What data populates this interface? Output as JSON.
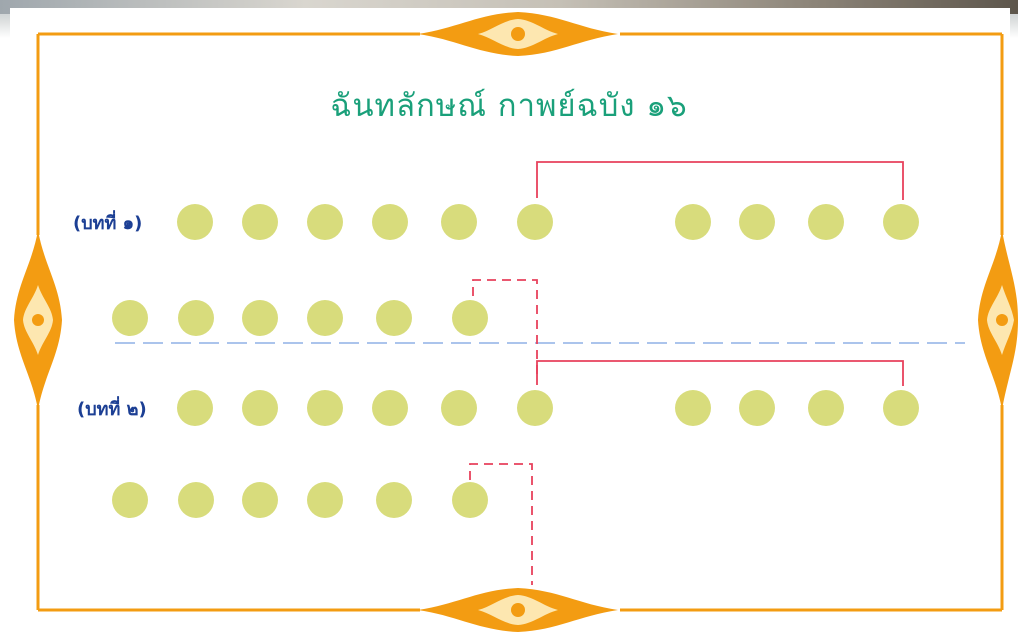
{
  "title": "ฉันทลักษณ์ กาพย์ฉบัง ๑๖",
  "stanzas": [
    {
      "label": "(บทที่ ๑)",
      "line1_syllables": 10,
      "line2_syllables": 6
    },
    {
      "label": "(บทที่ ๒)",
      "line1_syllables": 10,
      "line2_syllables": 6
    }
  ],
  "colors": {
    "dot": "#d8dc7c",
    "rhyme_line": "#e8415c",
    "divider": "#8fb0e6",
    "frame": "#f39c12",
    "title": "#1aa07a",
    "label": "#1c3f94"
  },
  "icons": [
    "frame-ornament-icon"
  ]
}
